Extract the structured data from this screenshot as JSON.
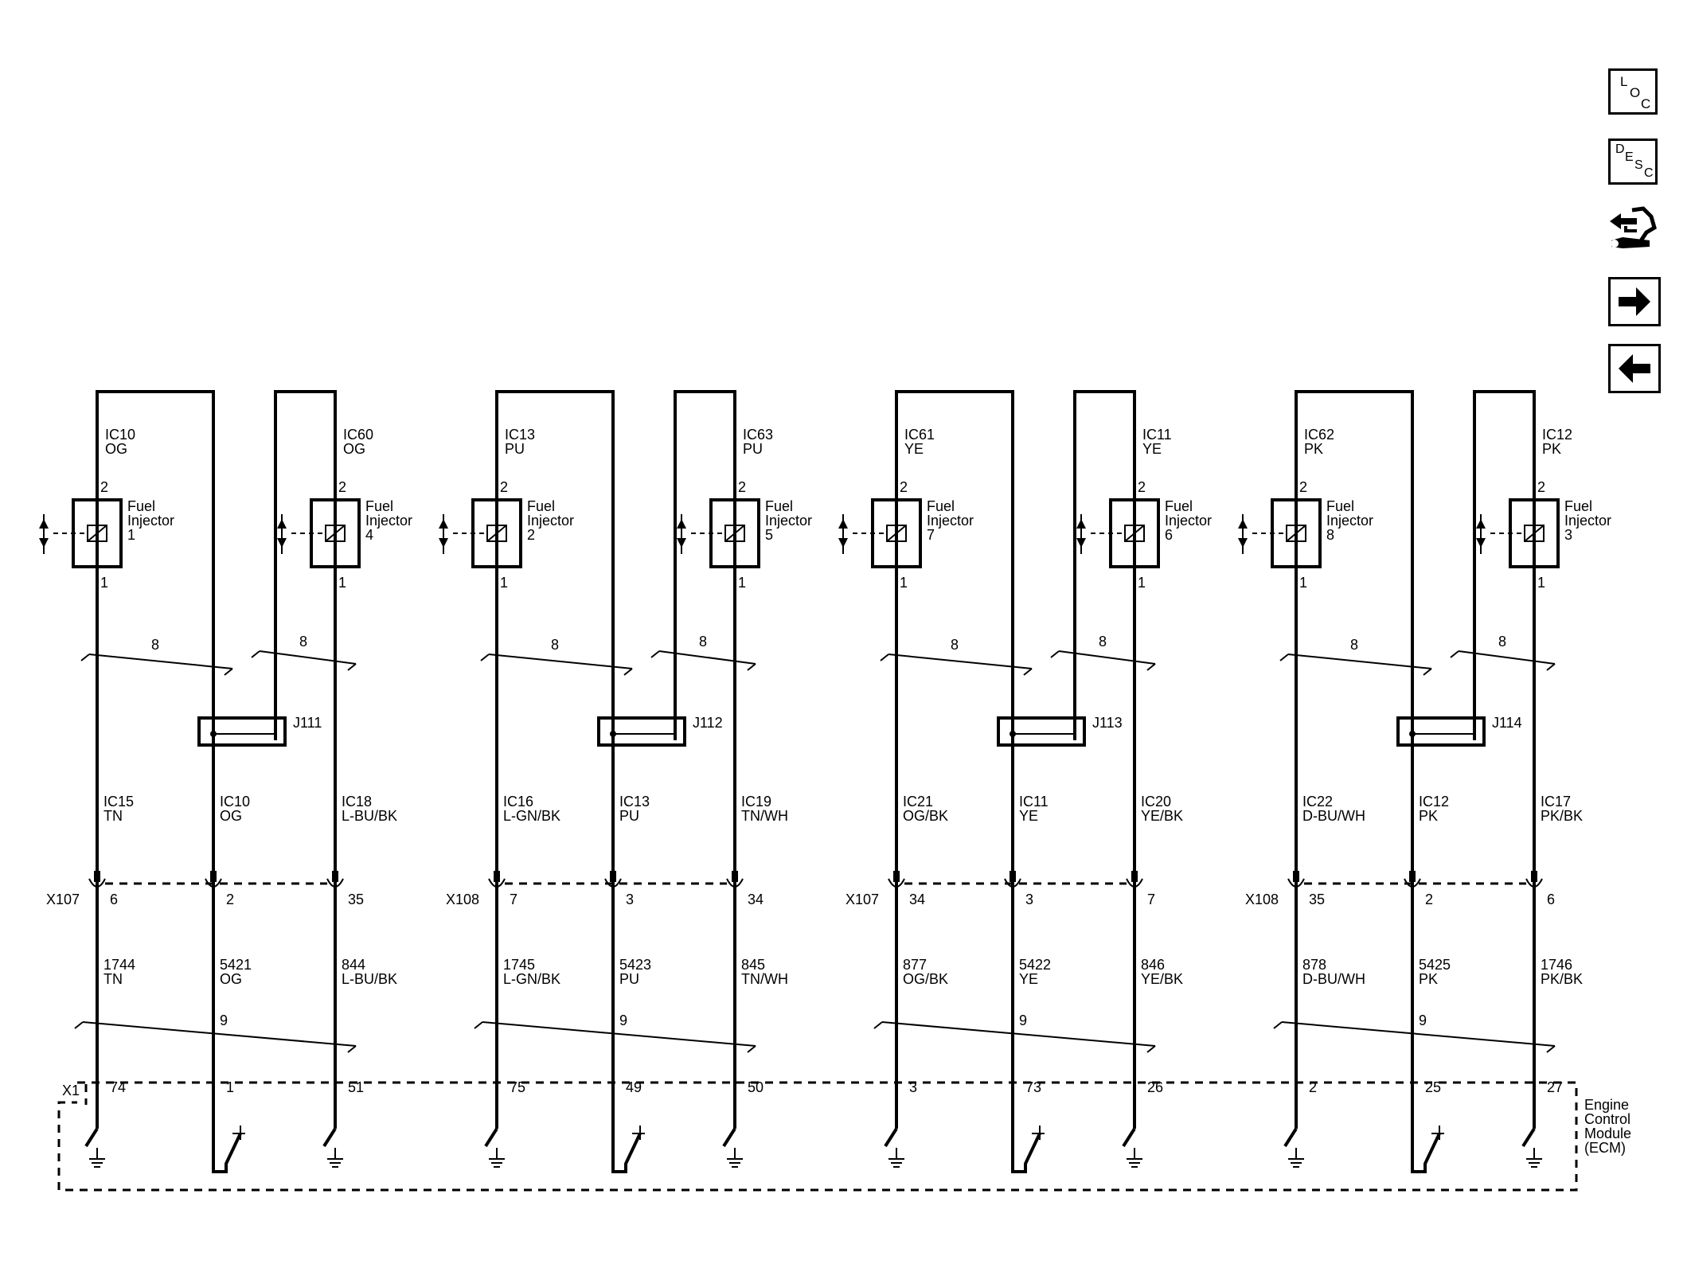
{
  "ecm": {
    "connector": "X1",
    "label": [
      "Engine",
      "Control",
      "Module",
      "(ECM)"
    ]
  },
  "injector_text": {
    "line1": "Fuel",
    "line2": "Injector"
  },
  "pair_labels": {
    "twist_top": "8",
    "twist_bottom": "9"
  },
  "toolbar": {
    "loc": {
      "big": "L",
      "sub1": "O",
      "sub2": "C"
    },
    "desc": {
      "big": "D",
      "sub1": "E",
      "sub2": "S",
      "sub3": "C"
    }
  },
  "groups": [
    {
      "injA": {
        "num": "1",
        "top": {
          "circuit": "IC10",
          "color": "OG"
        },
        "pin_top": "2",
        "pin_bottom": "1"
      },
      "injB": {
        "num": "4",
        "top": {
          "circuit": "IC60",
          "color": "OG"
        },
        "pin_top": "2",
        "pin_bottom": "1"
      },
      "splice": "J111",
      "mid": [
        {
          "circuit": "IC15",
          "color": "TN"
        },
        {
          "circuit": "IC10",
          "color": "OG"
        },
        {
          "circuit": "IC18",
          "color": "L-BU/BK"
        }
      ],
      "connector": "X107",
      "conn_pins": [
        "6",
        "2",
        "35"
      ],
      "low": [
        {
          "circuit": "1744",
          "color": "TN"
        },
        {
          "circuit": "5421",
          "color": "OG"
        },
        {
          "circuit": "844",
          "color": "L-BU/BK"
        }
      ],
      "ecm_pins": [
        "74",
        "1",
        "51"
      ]
    },
    {
      "injA": {
        "num": "2",
        "top": {
          "circuit": "IC13",
          "color": "PU"
        },
        "pin_top": "2",
        "pin_bottom": "1"
      },
      "injB": {
        "num": "5",
        "top": {
          "circuit": "IC63",
          "color": "PU"
        },
        "pin_top": "2",
        "pin_bottom": "1"
      },
      "splice": "J112",
      "mid": [
        {
          "circuit": "IC16",
          "color": "L-GN/BK"
        },
        {
          "circuit": "IC13",
          "color": "PU"
        },
        {
          "circuit": "IC19",
          "color": "TN/WH"
        }
      ],
      "connector": "X108",
      "conn_pins": [
        "7",
        "3",
        "34"
      ],
      "low": [
        {
          "circuit": "1745",
          "color": "L-GN/BK"
        },
        {
          "circuit": "5423",
          "color": "PU"
        },
        {
          "circuit": "845",
          "color": "TN/WH"
        }
      ],
      "ecm_pins": [
        "75",
        "49",
        "50"
      ]
    },
    {
      "injA": {
        "num": "7",
        "top": {
          "circuit": "IC61",
          "color": "YE"
        },
        "pin_top": "2",
        "pin_bottom": "1"
      },
      "injB": {
        "num": "6",
        "top": {
          "circuit": "IC11",
          "color": "YE"
        },
        "pin_top": "2",
        "pin_bottom": "1"
      },
      "splice": "J113",
      "mid": [
        {
          "circuit": "IC21",
          "color": "OG/BK"
        },
        {
          "circuit": "IC11",
          "color": "YE"
        },
        {
          "circuit": "IC20",
          "color": "YE/BK"
        }
      ],
      "connector": "X107",
      "conn_pins": [
        "34",
        "3",
        "7"
      ],
      "low": [
        {
          "circuit": "877",
          "color": "OG/BK"
        },
        {
          "circuit": "5422",
          "color": "YE"
        },
        {
          "circuit": "846",
          "color": "YE/BK"
        }
      ],
      "ecm_pins": [
        "3",
        "73",
        "26"
      ]
    },
    {
      "injA": {
        "num": "8",
        "top": {
          "circuit": "IC62",
          "color": "PK"
        },
        "pin_top": "2",
        "pin_bottom": "1"
      },
      "injB": {
        "num": "3",
        "top": {
          "circuit": "IC12",
          "color": "PK"
        },
        "pin_top": "2",
        "pin_bottom": "1"
      },
      "splice": "J114",
      "mid": [
        {
          "circuit": "IC22",
          "color": "D-BU/WH"
        },
        {
          "circuit": "IC12",
          "color": "PK"
        },
        {
          "circuit": "IC17",
          "color": "PK/BK"
        }
      ],
      "connector": "X108",
      "conn_pins": [
        "35",
        "2",
        "6"
      ],
      "low": [
        {
          "circuit": "878",
          "color": "D-BU/WH"
        },
        {
          "circuit": "5425",
          "color": "PK"
        },
        {
          "circuit": "1746",
          "color": "PK/BK"
        }
      ],
      "ecm_pins": [
        "2",
        "25",
        "27"
      ]
    }
  ]
}
